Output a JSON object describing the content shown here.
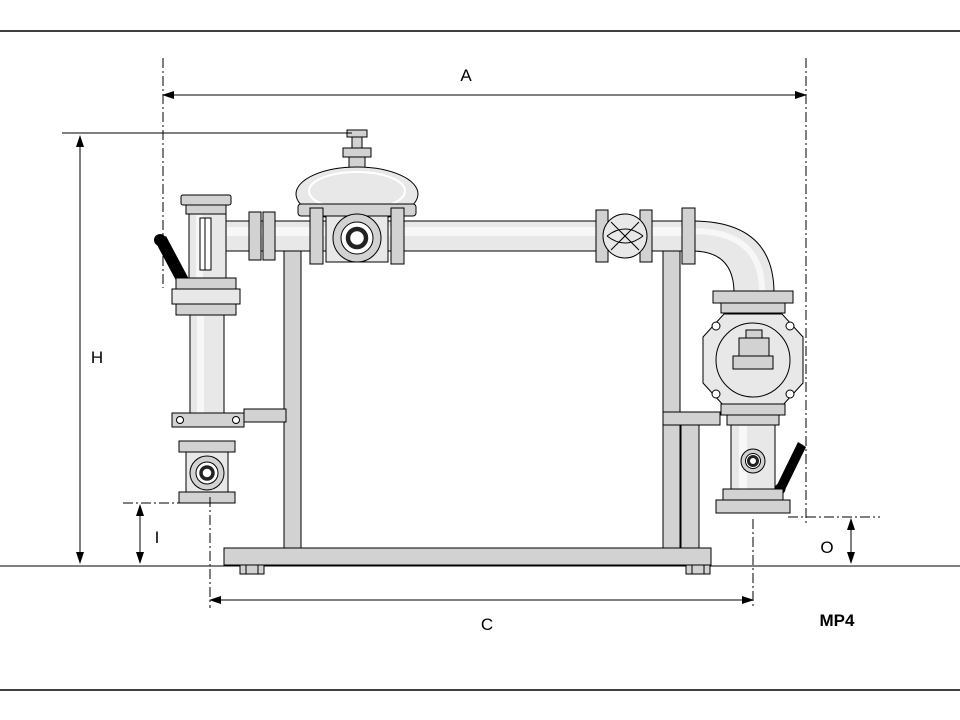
{
  "diagram": {
    "model_label": "MP4",
    "dimension_labels": {
      "A": "A",
      "H": "H",
      "I": "I",
      "C": "C",
      "O": "O"
    },
    "colors": {
      "metal_light": "#e8e8e8",
      "metal_mid": "#d2d2d2",
      "highlight": "#f7f7f7",
      "stroke": "#000000",
      "handle": "#000000",
      "background": "#ffffff"
    }
  }
}
